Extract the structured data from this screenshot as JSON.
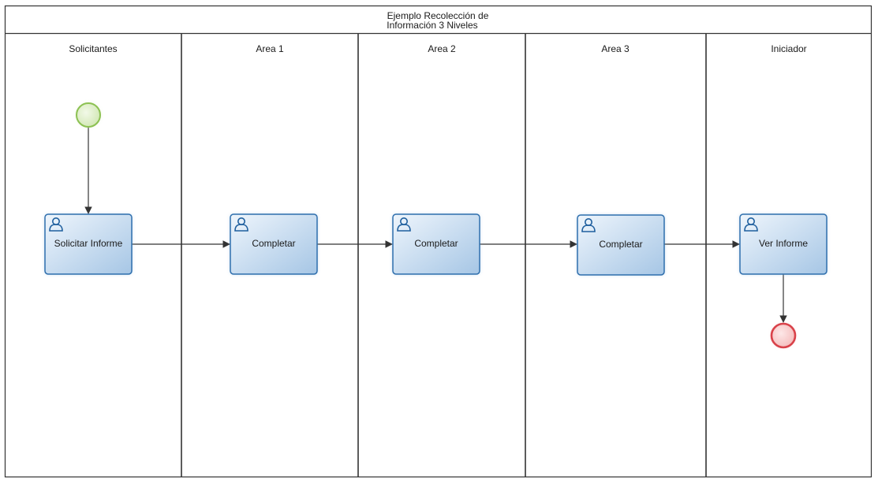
{
  "pool": {
    "title_line1": "Ejemplo Recolección de",
    "title_line2": "Información 3 Niveles"
  },
  "lanes": [
    {
      "label": "Solicitantes"
    },
    {
      "label": "Area 1"
    },
    {
      "label": "Area 2"
    },
    {
      "label": "Area 3"
    },
    {
      "label": "Iniciador"
    }
  ],
  "tasks": [
    {
      "label": "Solicitar Informe",
      "icon": "user-icon"
    },
    {
      "label": "Completar",
      "icon": "user-icon"
    },
    {
      "label": "Completar",
      "icon": "user-icon"
    },
    {
      "label": "Completar",
      "icon": "user-icon"
    },
    {
      "label": "Ver Informe",
      "icon": "user-icon"
    }
  ],
  "events": {
    "start": {
      "type": "start-event",
      "color": "#8cc152"
    },
    "end": {
      "type": "end-event",
      "color": "#d9424a"
    }
  },
  "colors": {
    "task_border": "#2f6fad",
    "task_fill_top": "#e8f1fa",
    "task_fill_bottom": "#a9c8e6",
    "lines": "#333333"
  }
}
